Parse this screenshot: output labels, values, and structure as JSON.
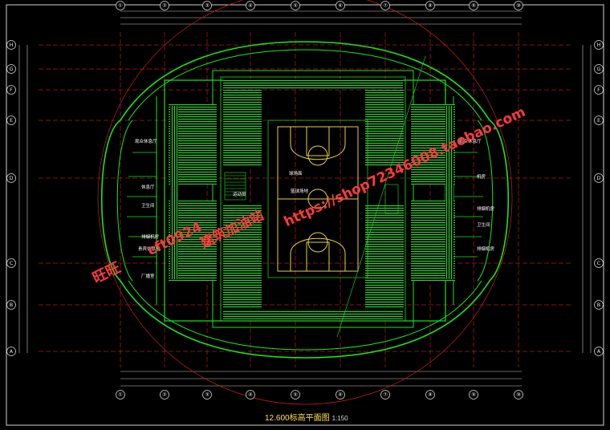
{
  "drawing": {
    "title": "12.600标高平面图",
    "scale": "1:150",
    "colors": {
      "outline": "#19e619",
      "axis": "#ff2a2a",
      "seat": "#3ac83a",
      "court": "#e8d23a",
      "dim": "#c8c8c8",
      "text": "#ffffff",
      "bubble": "#d0d0d0"
    }
  },
  "axes": {
    "columns": [
      "①",
      "②",
      "③",
      "④",
      "⑤",
      "⑥",
      "⑦",
      "⑧",
      "⑨",
      "⑩"
    ],
    "rows": [
      "H",
      "G",
      "F",
      "E",
      "D",
      "C",
      "B",
      "A"
    ]
  },
  "room_labels": {
    "left": [
      "观众休息厅",
      "休息厅",
      "卫生间",
      "排烟机房",
      "贵宾休息室",
      "厂播室"
    ],
    "right": [
      "观众休息厅",
      "机房",
      "排烟机房",
      "卫生间",
      "排烟机房"
    ],
    "center": [
      "球场面",
      "运动员",
      "篮球场地"
    ]
  },
  "watermark": {
    "w1": "旺旺",
    "w2": "cft0924",
    "w3": "建筑加油站",
    "w4": "https://shop72346008.taobao.com"
  }
}
